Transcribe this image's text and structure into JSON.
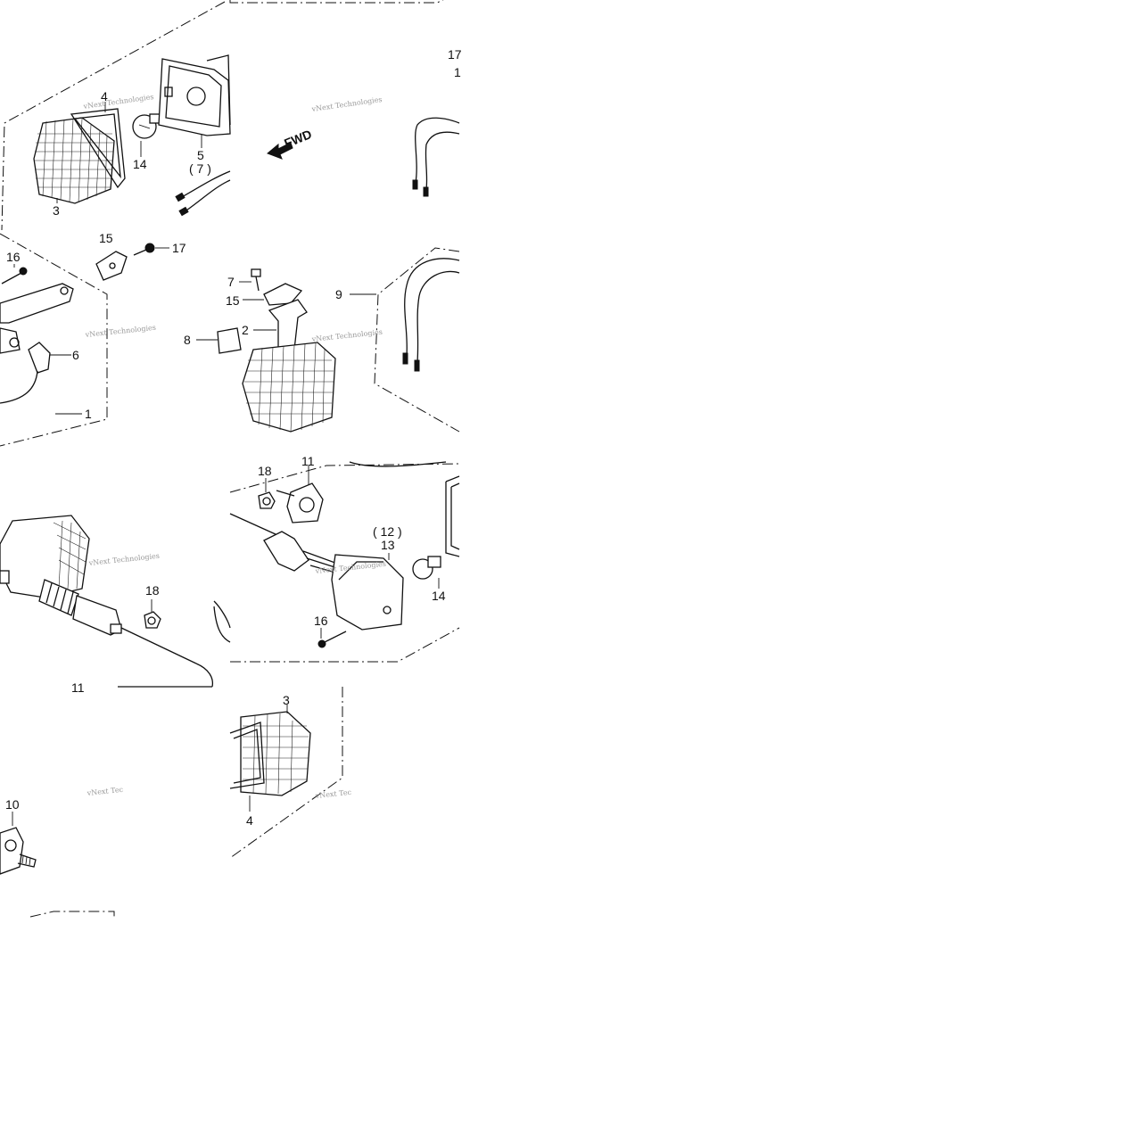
{
  "diagram": {
    "callouts": [
      {
        "id": "c-4a",
        "text": "4"
      },
      {
        "id": "c-3a",
        "text": "3"
      },
      {
        "id": "c-14a",
        "text": "14"
      },
      {
        "id": "c-5",
        "text": "5"
      },
      {
        "id": "c-7p",
        "text": "( 7 )"
      },
      {
        "id": "c-17a",
        "text": "17"
      },
      {
        "id": "c-1a",
        "text": "1"
      },
      {
        "id": "c-15a",
        "text": "15"
      },
      {
        "id": "c-17b",
        "text": "17"
      },
      {
        "id": "c-16a",
        "text": "16"
      },
      {
        "id": "c-6",
        "text": "6"
      },
      {
        "id": "c-1b",
        "text": "1"
      },
      {
        "id": "c-7",
        "text": "7"
      },
      {
        "id": "c-15b",
        "text": "15"
      },
      {
        "id": "c-2",
        "text": "2"
      },
      {
        "id": "c-8",
        "text": "8"
      },
      {
        "id": "c-9",
        "text": "9"
      },
      {
        "id": "c-18a",
        "text": "18"
      },
      {
        "id": "c-11a",
        "text": "11"
      },
      {
        "id": "c-12p",
        "text": "( 12 )"
      },
      {
        "id": "c-13",
        "text": "13"
      },
      {
        "id": "c-14b",
        "text": "14"
      },
      {
        "id": "c-18b",
        "text": "18"
      },
      {
        "id": "c-16b",
        "text": "16"
      },
      {
        "id": "c-11b",
        "text": "11"
      },
      {
        "id": "c-3b",
        "text": "3"
      },
      {
        "id": "c-10",
        "text": "10"
      },
      {
        "id": "c-4b",
        "text": "4"
      }
    ],
    "direction_label": "FWD",
    "watermark": "vNext Technologies",
    "watermark_cut": "vNext Tec"
  }
}
